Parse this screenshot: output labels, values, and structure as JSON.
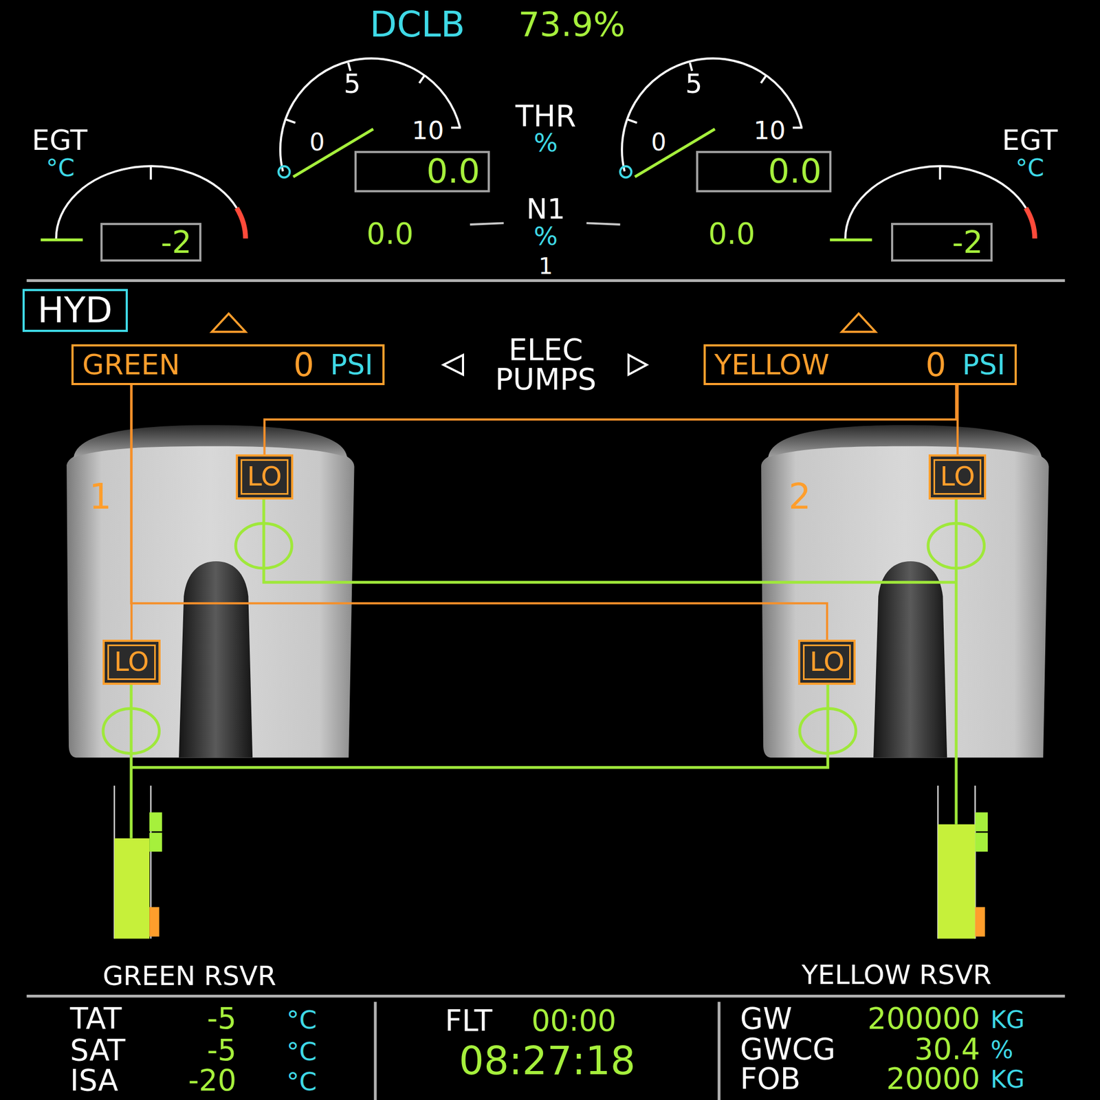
{
  "diagram": {
    "nodes": [
      {
        "text": [
          "0.0"
        ]
      },
      {
        "text": [
          "0.0"
        ]
      },
      {
        "text": [
          "-2"
        ]
      },
      {
        "text": [
          "-2"
        ]
      },
      {
        "text": [
          "HYD"
        ]
      },
      {
        "text": [
          "GREEN",
          "0",
          "PSI"
        ]
      },
      {
        "text": [
          "YELLOW",
          "0",
          "PSI"
        ]
      },
      {
        "text": [
          "LO"
        ]
      },
      {
        "text": [
          "LO"
        ]
      },
      {
        "text": [
          "LO"
        ]
      },
      {
        "text": [
          "LO"
        ]
      }
    ],
    "edges": [
      {
        "from": 5,
        "to": 9,
        "arrow": "none"
      },
      {
        "from": 5,
        "to": 10,
        "arrow": "none"
      },
      {
        "from": 6,
        "to": 8,
        "arrow": "none"
      },
      {
        "from": 6,
        "to": 7,
        "arrow": "none"
      }
    ],
    "labels": [
      "DCLB",
      "73.9%",
      "EGT",
      "°C",
      "5",
      "10",
      "0",
      "THR",
      "%",
      "5",
      "10",
      "0",
      "EGT",
      "°C",
      "0.0",
      "N1",
      "%",
      "0.0",
      "1",
      "ELEC PUMPS",
      "1",
      "2",
      "GREEN RSVR",
      "YELLOW RSVR",
      "TAT",
      "-5",
      "°C",
      "SAT",
      "-5",
      "°C",
      "ISA",
      "-20",
      "°C",
      "FLT",
      "00:00",
      "08:27:18",
      "GW",
      "200000",
      "KG",
      "GWCG",
      "30.4",
      "%",
      "FOB",
      "20000",
      "KG"
    ]
  }
}
